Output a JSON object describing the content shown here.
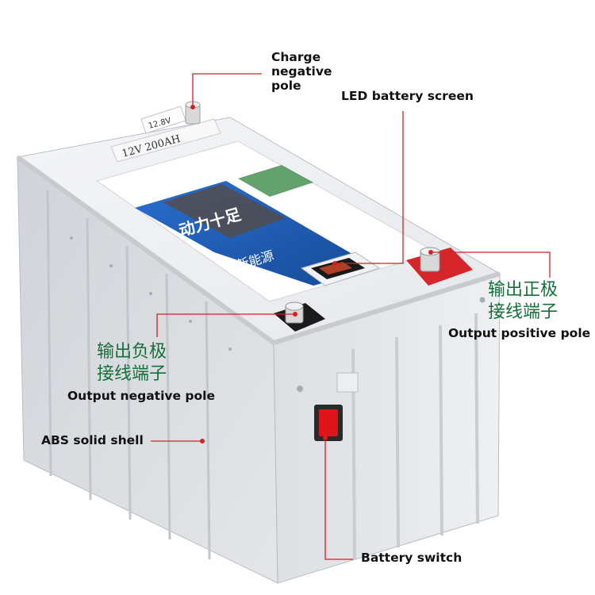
{
  "labels": {
    "charge_negative_pole": [
      "Charge",
      "negative",
      "pole"
    ],
    "led_battery_screen": "LED battery screen",
    "output_positive_cn": [
      "输出正极",
      "接线端子"
    ],
    "output_positive_en": "Output positive pole",
    "output_negative_cn": [
      "输出负极",
      "接线端子"
    ],
    "output_negative_en": "Output negative pole",
    "abs_shell": "ABS solid shell",
    "battery_switch": "Battery switch"
  },
  "product_label": {
    "rating": "12V 200AH",
    "tag": "12.8V",
    "brand_cn": "新能源",
    "slogan_cn": "动力十足"
  },
  "colors": {
    "leader_line": "#d42020",
    "shell_light": "#e9ebee",
    "shell_side": "#d3d6da",
    "terminal_red": "#d7262b",
    "switch_red": "#e0151b",
    "label_blue": "#1e5fb8",
    "chinese_text": "#16703a"
  }
}
